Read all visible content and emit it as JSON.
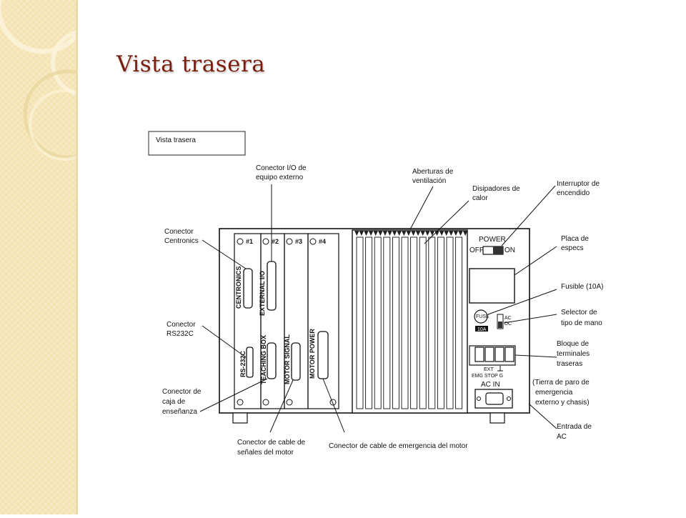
{
  "slide": {
    "title": "Vista trasera"
  },
  "figure": {
    "caption": "Vista  trasera",
    "callouts": {
      "conector_io": [
        "Conector I/O de",
        "equipo externo"
      ],
      "aberturas": [
        "Aberturas de",
        "ventilación"
      ],
      "disipadores": [
        "Disipadores de",
        "calor"
      ],
      "interruptor": [
        "Interruptor de",
        "encendido"
      ],
      "centronics": [
        "Conector",
        "Centronics"
      ],
      "placa": [
        "Placa de",
        "especs"
      ],
      "fusible": [
        "Fusible (10A)"
      ],
      "rs232c": [
        "Conector",
        "RS232C"
      ],
      "selector": [
        "Selector de",
        "tipo de mano"
      ],
      "bloque": [
        "Bloque de",
        "terminales",
        "traseras"
      ],
      "tierra": [
        "(Tierra de paro de",
        "emergencia",
        "externo y chasis)"
      ],
      "caja": [
        "Conector de",
        "caja de",
        "enseñanza"
      ],
      "entrada_ac": [
        "Entrada de",
        "AC"
      ],
      "senales_motor": [
        "Conector de cable de",
        "señales del motor"
      ],
      "emergencia_motor": [
        "Conector de cable de emergencia del motor"
      ]
    },
    "panel_labels": {
      "slots": [
        "#1",
        "#2",
        "#3",
        "#4"
      ],
      "centronics": "CENTRONICS",
      "external_io": "EXTERNAL I/O",
      "rs232c": "RS-232C",
      "teaching_box": "TEACHING BOX",
      "motor_signal": "MOTOR SIGNAL",
      "motor_power": "MOTOR POWER",
      "power": "POWER",
      "off": "OFF",
      "on": "ON",
      "fuse": "FUSE",
      "fuse_rating": "10A",
      "ac": "AC",
      "dc": "DC",
      "ext": "EXT",
      "emg_stop_g": "EMG  STOP  G",
      "ac_in": "AC  IN"
    }
  }
}
